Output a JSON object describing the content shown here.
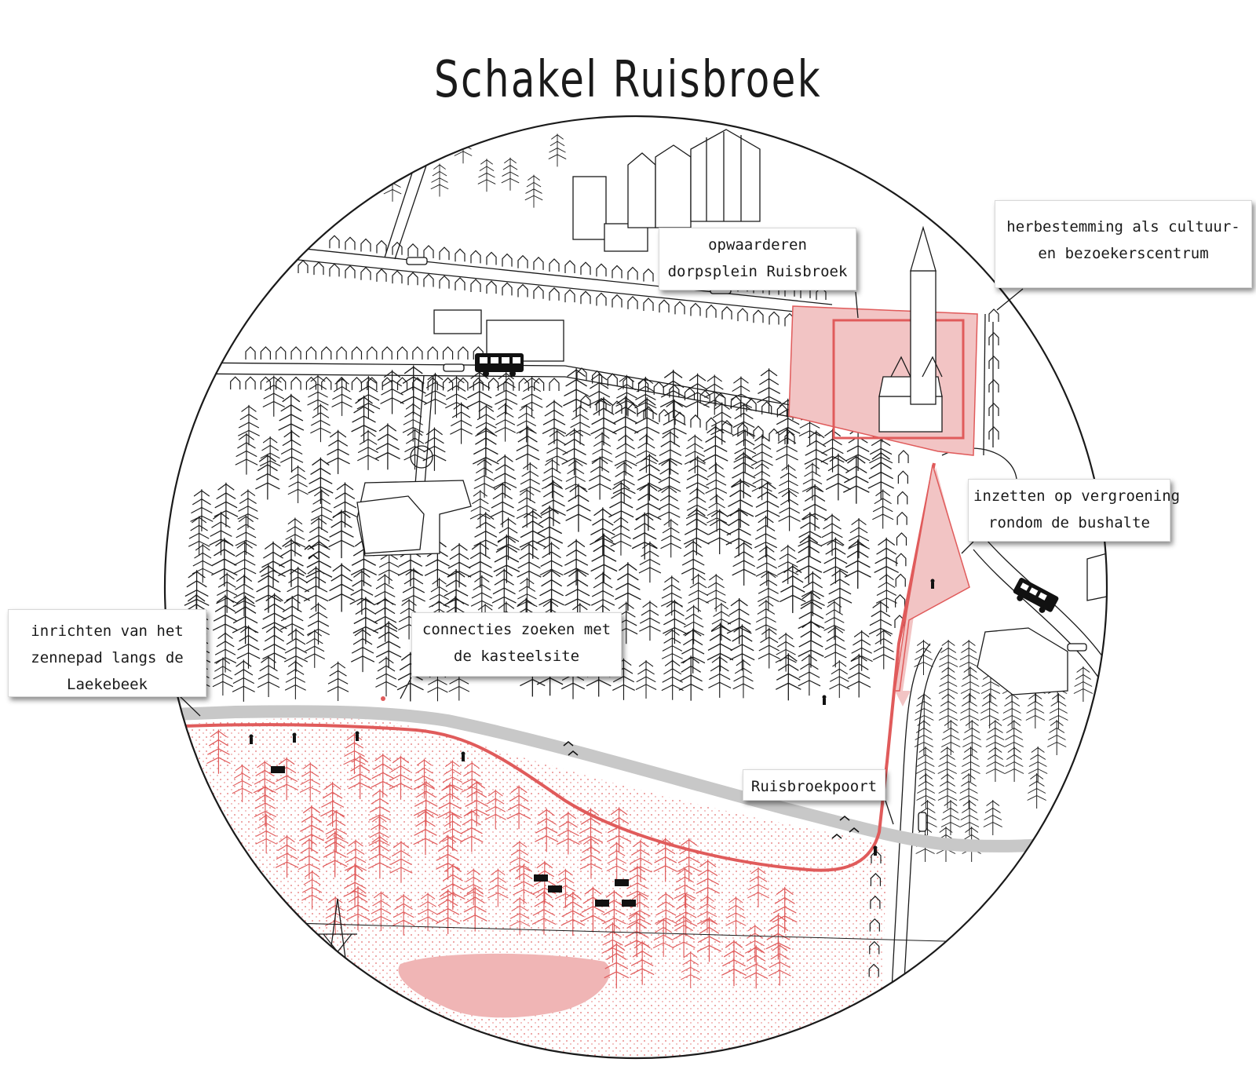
{
  "title": "Schakel Ruisbroek",
  "callouts": {
    "dorpsplein": [
      "opwaarderen",
      "dorpsplein Ruisbroek"
    ],
    "cultuur": [
      "herbestemming als cultuur-",
      "en bezoekerscentrum"
    ],
    "vergroening": [
      "inzetten op vergroening",
      "rondom de bushalte"
    ],
    "zennepad": [
      "inrichten van het",
      "zennepad langs de",
      "Laekebeek"
    ],
    "kasteelsite": [
      "connecties zoeken met",
      "de kasteelsite"
    ],
    "poort": [
      "Ruisbroekpoort"
    ]
  },
  "colors": {
    "accent_red": "#e05b5b",
    "fill_pink": "#f2c4c4",
    "line": "#1a1a1a",
    "path_grey": "#c8c8c8"
  },
  "icons": [
    "tree-icon",
    "bus-icon",
    "car-icon",
    "church-icon",
    "cow-icon",
    "bird-icon",
    "pedestrian-icon",
    "cyclist-icon",
    "pylon-icon"
  ]
}
